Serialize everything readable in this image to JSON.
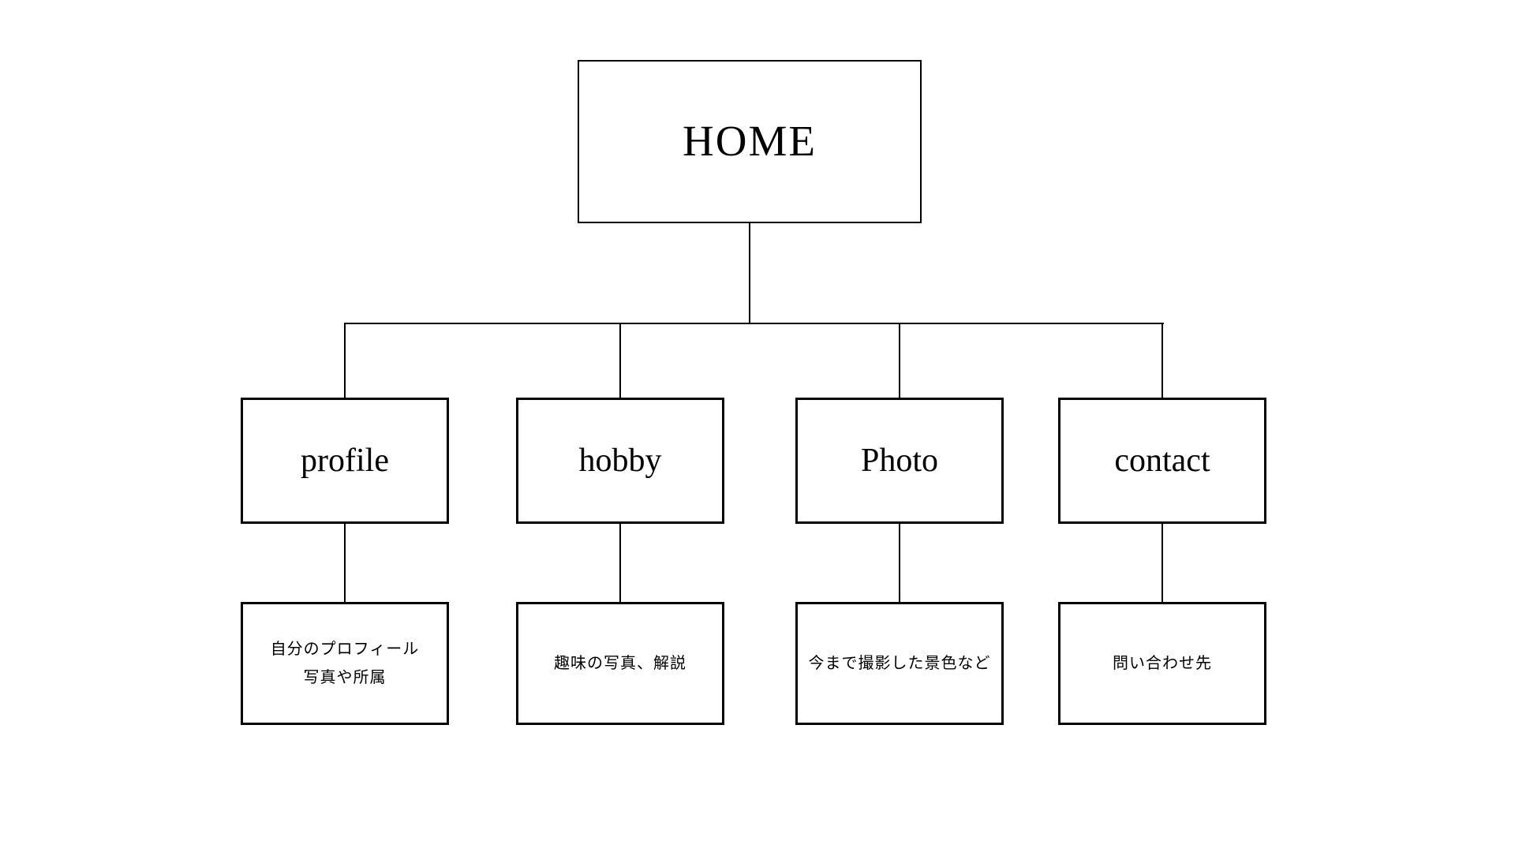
{
  "colors": {
    "background": "#ffffff",
    "line": "#000000",
    "text": "#000000"
  },
  "diagram": {
    "type": "sitemap-tree",
    "root": {
      "label": "HOME"
    },
    "children": [
      {
        "label": "profile",
        "desc_lines": [
          "自分のプロフィール",
          "写真や所属"
        ]
      },
      {
        "label": "hobby",
        "desc_lines": [
          "趣味の写真、解説"
        ]
      },
      {
        "label": "Photo",
        "desc_lines": [
          "今まで撮影した景色など"
        ]
      },
      {
        "label": "contact",
        "desc_lines": [
          "問い合わせ先"
        ]
      }
    ]
  }
}
